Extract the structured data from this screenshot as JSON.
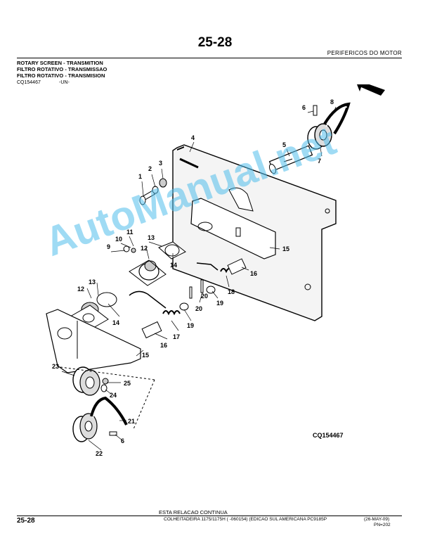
{
  "header": {
    "page_number": "25-28",
    "section": "PERIFERICOS DO MOTOR",
    "titles": [
      "ROTARY SCREEN - TRANSMITION",
      "FILTRO ROTATIVO - TRANSMISSAO",
      "FILTRO ROTATIVO - TRANSMISION"
    ],
    "code": "CQ154467",
    "code_suffix": "-UN-"
  },
  "figure": {
    "code": "CQ154467",
    "callouts": [
      "1",
      "2",
      "3",
      "4",
      "5",
      "6",
      "7",
      "8",
      "9",
      "10",
      "11",
      "12",
      "13",
      "14",
      "15",
      "16",
      "17",
      "18",
      "19",
      "20",
      "21",
      "22",
      "23",
      "24",
      "25"
    ],
    "watermark": "AutoManual.net"
  },
  "footer": {
    "continues": "ESTA RELACAO CONTINUA",
    "page_number": "25-28",
    "text": "COLHEITADEIRA 1175/1175H (     -060154) (EDICAO SUL AMERICANA   PC9185P",
    "date": "(26-MAY-09)",
    "pn": "PN=202"
  }
}
